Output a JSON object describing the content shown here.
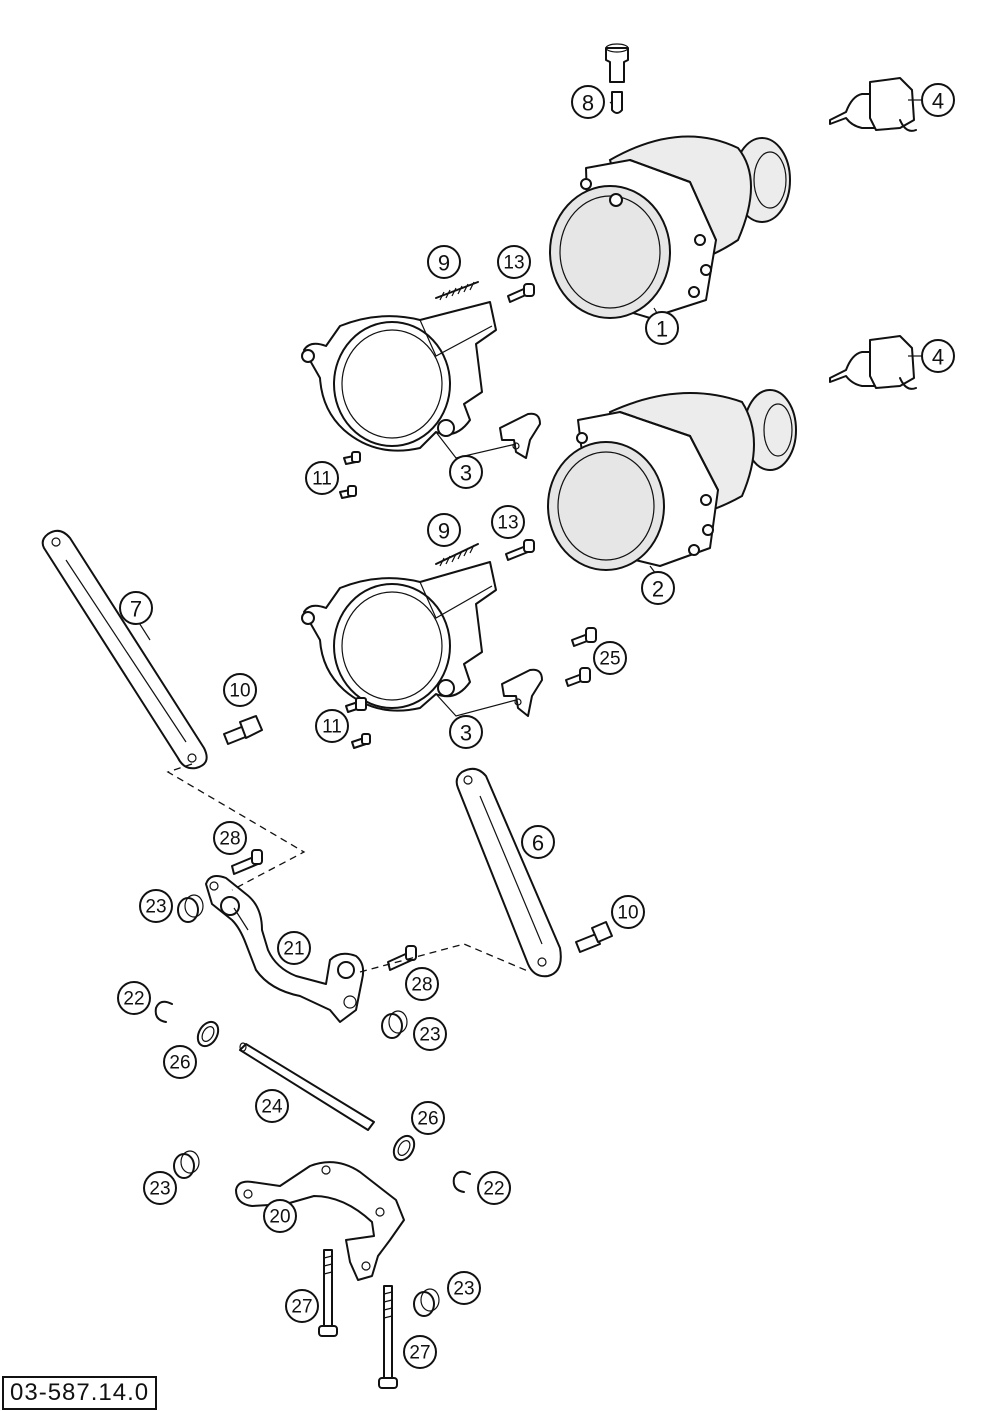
{
  "drawing_number": "03-587.14.0",
  "callouts": {
    "c1": "1",
    "c2": "2",
    "c3a": "3",
    "c3b": "3",
    "c4a": "4",
    "c4b": "4",
    "c6": "6",
    "c7": "7",
    "c8": "8",
    "c9a": "9",
    "c9b": "9",
    "c10a": "10",
    "c10b": "10",
    "c11a": "11",
    "c11b": "11",
    "c13a": "13",
    "c13b": "13",
    "c20": "20",
    "c21": "21",
    "c22a": "22",
    "c22b": "22",
    "c23a": "23",
    "c23b": "23",
    "c23c": "23",
    "c23d": "23",
    "c24": "24",
    "c25": "25",
    "c26a": "26",
    "c26b": "26",
    "c27a": "27",
    "c27b": "27",
    "c28a": "28",
    "c28b": "28"
  }
}
